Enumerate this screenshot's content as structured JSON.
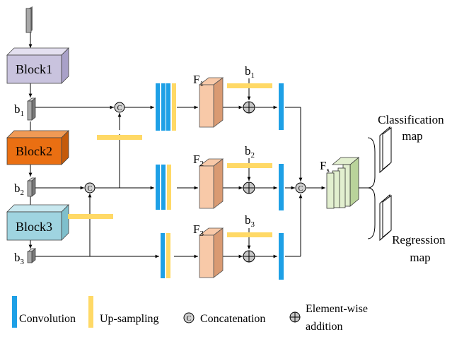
{
  "blocks": [
    {
      "label": "Block1",
      "front": "#c9c3de",
      "top": "#e4e0f0",
      "side": "#a9a1c8"
    },
    {
      "label": "Block2",
      "front": "#ea6f12",
      "top": "#f09a55",
      "side": "#c45a0a"
    },
    {
      "label": "Block3",
      "front": "#9fd4e0",
      "top": "#c8e8ef",
      "side": "#7fbfcc"
    }
  ],
  "branches": [
    {
      "base": "b",
      "index": "1"
    },
    {
      "base": "b",
      "index": "2"
    },
    {
      "base": "b",
      "index": "3"
    }
  ],
  "features": [
    {
      "base": "F",
      "index": "1"
    },
    {
      "base": "F",
      "index": "2"
    },
    {
      "base": "F",
      "index": "3"
    }
  ],
  "fused": {
    "base": "F",
    "index": "s"
  },
  "outputs": {
    "classification": [
      "Classification",
      "map"
    ],
    "regression": [
      "Regression",
      "map"
    ]
  },
  "concat_symbol": "C",
  "legend": {
    "convolution": "Convolution",
    "upsampling": "Up-sampling",
    "concatenation": "Concatenation",
    "elementwise": [
      "Element-wise",
      "addition"
    ]
  },
  "colors": {
    "convolution": "#1ea0e6",
    "upsampling": "#ffd966",
    "feature_front": "#f8c9a8",
    "feature_side": "#d99a72",
    "fused_front": "#e2efcf",
    "fused_side": "#b9d39a",
    "input_block": "#9a9a9a",
    "input_block_light": "#d0d0d0"
  }
}
